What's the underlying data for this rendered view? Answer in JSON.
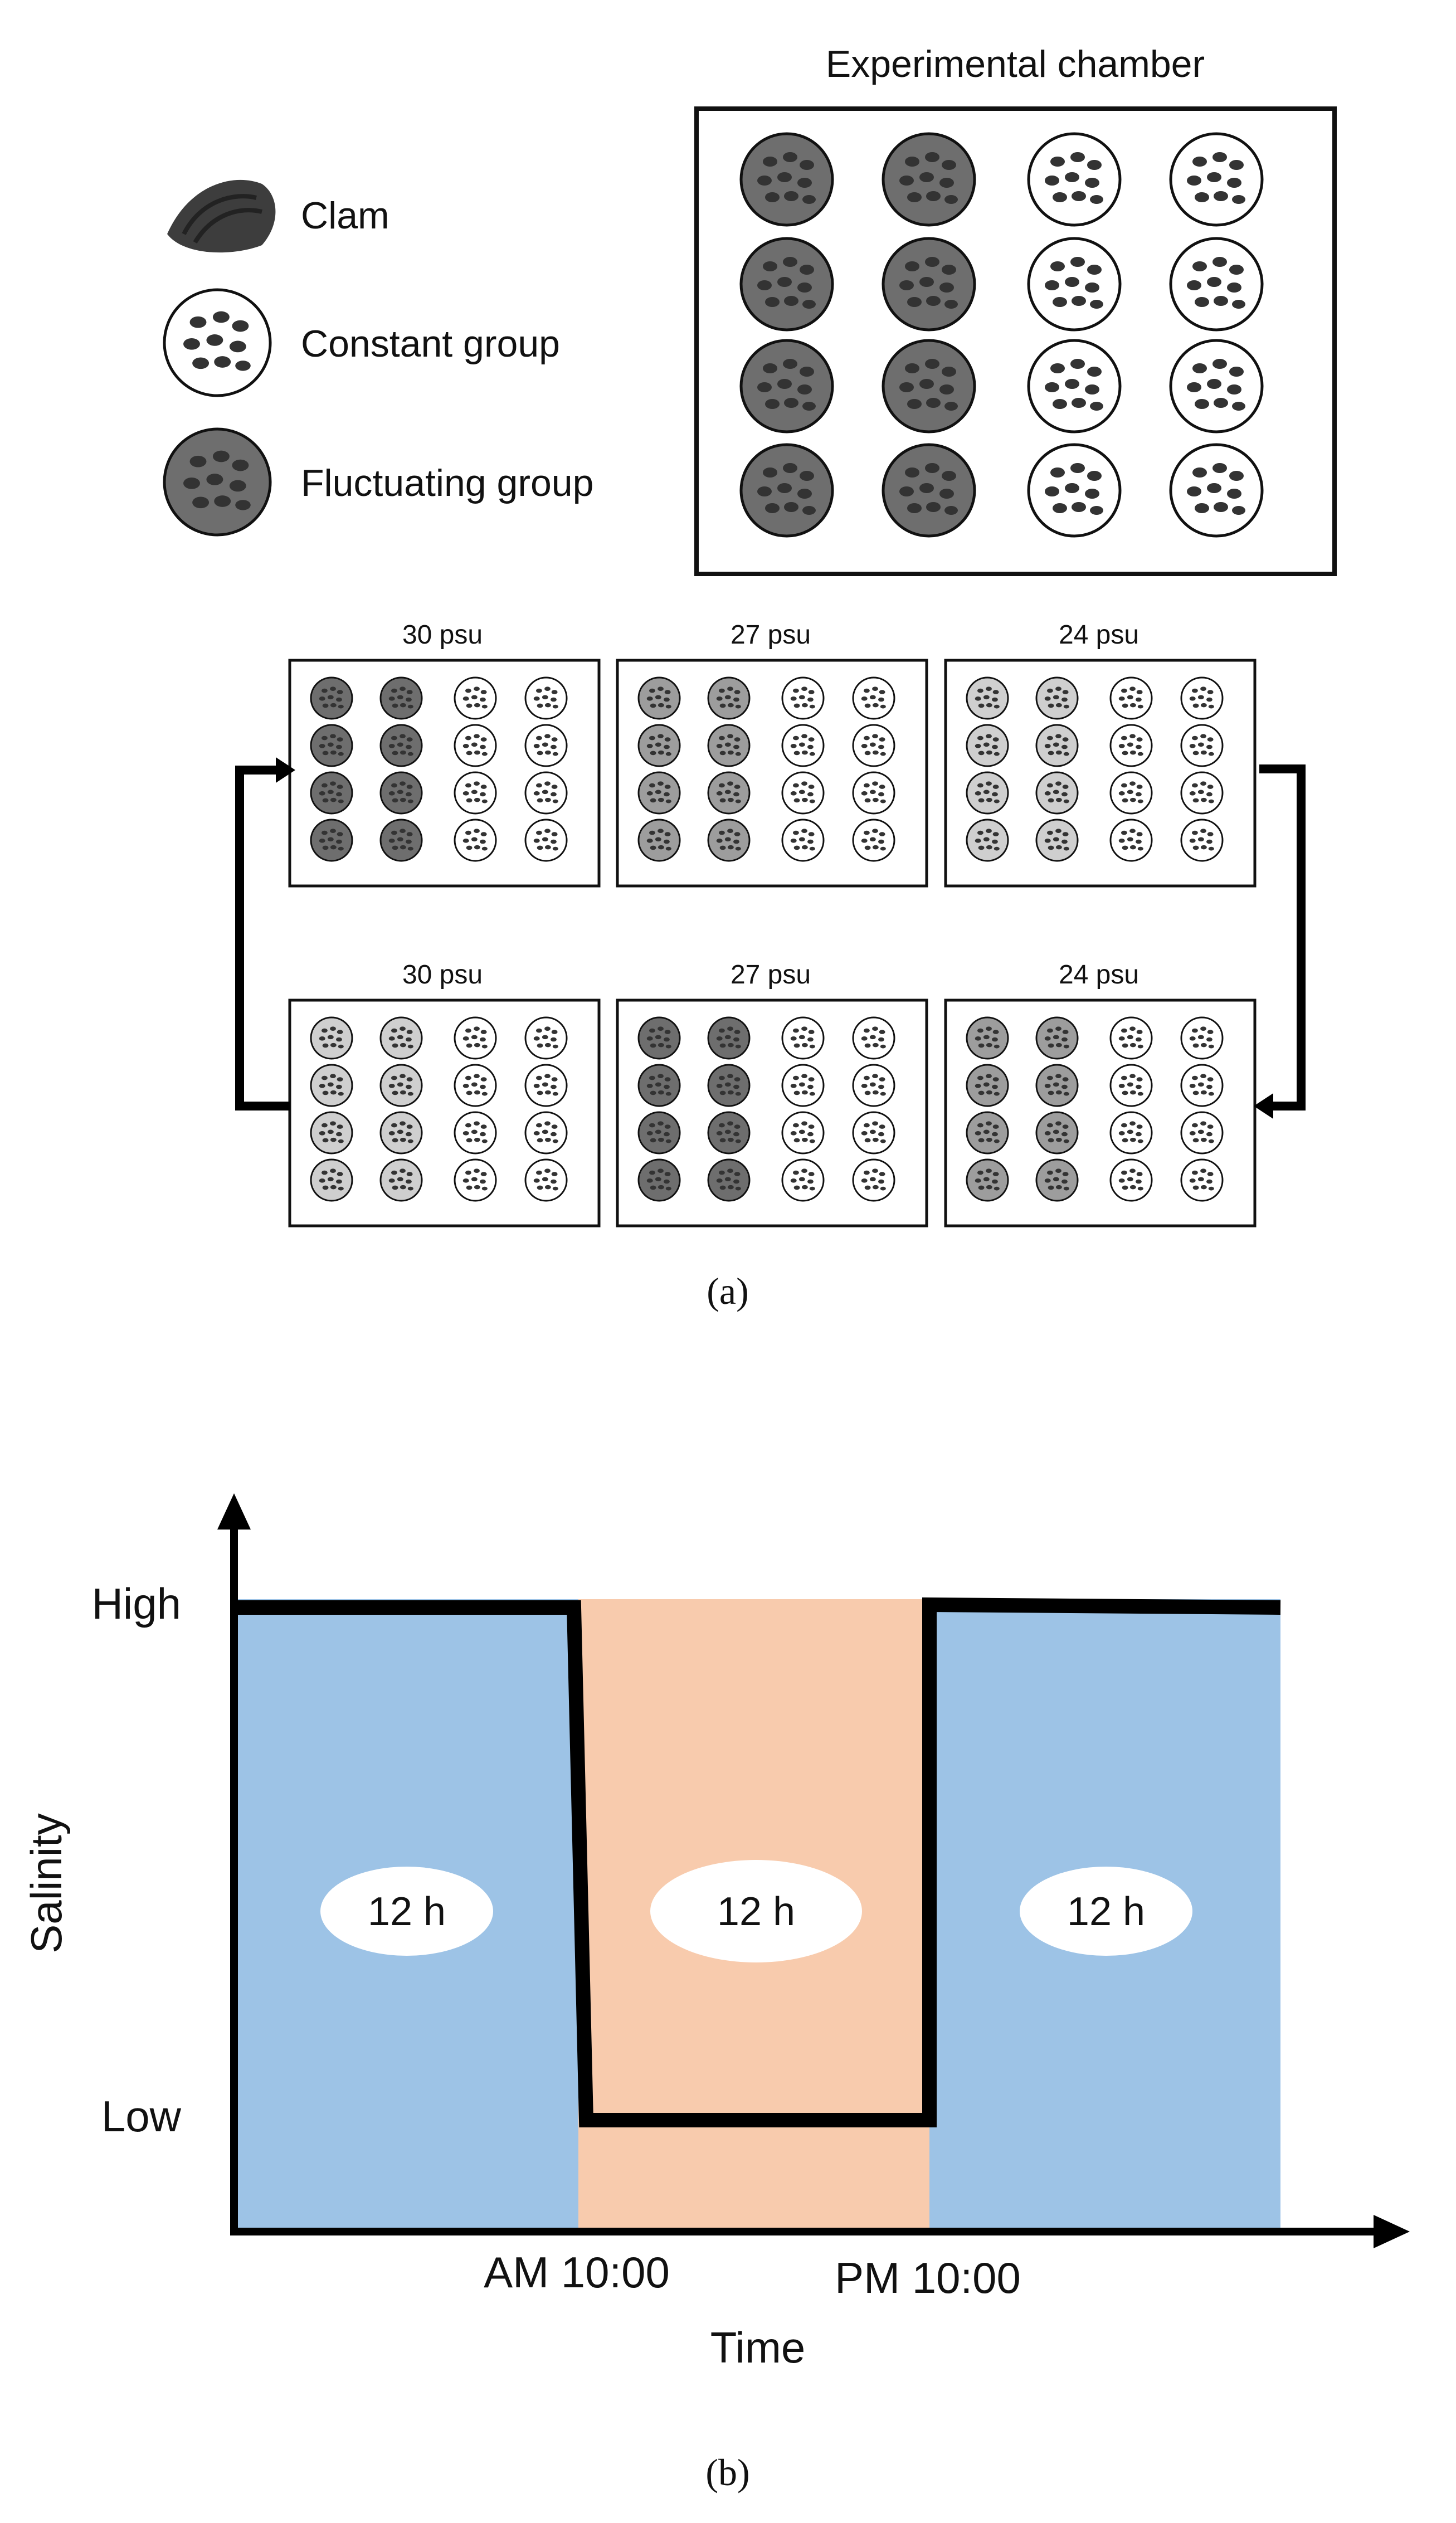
{
  "legend": {
    "clam": "Clam",
    "constant": "Constant group",
    "fluctuating": "Fluctuating group"
  },
  "chamber": {
    "title": "Experimental chamber"
  },
  "cycle": {
    "top_row": [
      "30 psu",
      "27 psu",
      "24 psu"
    ],
    "bottom_row": [
      "30 psu",
      "27 psu",
      "24 psu"
    ]
  },
  "caption_a": "(a)",
  "caption_b": "(b)",
  "salinity_plot": {
    "y_axis_label": "Salinity",
    "y_ticks": [
      "High",
      "Low"
    ],
    "x_axis_label": "Time",
    "x_ticks": [
      "AM 10:00",
      "PM 10:00"
    ],
    "periods": [
      {
        "label": "12 h",
        "level": "High"
      },
      {
        "label": "12 h",
        "level": "Low"
      },
      {
        "label": "12 h",
        "level": "High"
      }
    ]
  },
  "colors": {
    "high_period": "#9DC3E6",
    "low_period": "#F8CBAD",
    "fluct_dark": "#6e6e6e",
    "fluct_mid": "#9d9d9d",
    "fluct_light": "#cfcfcf",
    "constant": "#ffffff",
    "line": "#000000"
  }
}
